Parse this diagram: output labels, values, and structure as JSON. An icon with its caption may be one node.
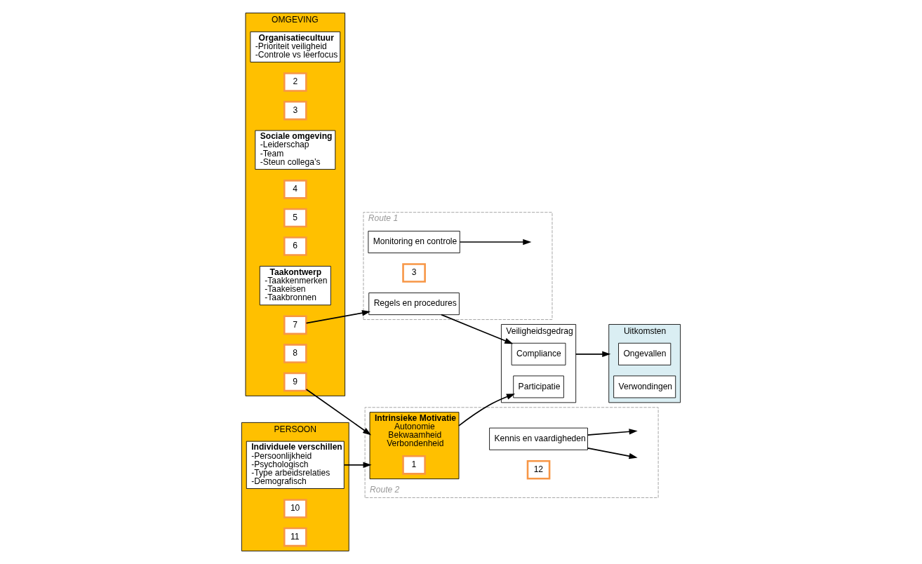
{
  "diagram": {
    "nodes": [
      {
        "text": [
          "OMGEVING"
        ]
      },
      {
        "text": [
          "Organisatiecultuur",
          "-Prioriteit veiligheid",
          "-Controle vs leerfocus"
        ],
        "in": 0
      },
      {
        "text": [
          "2"
        ],
        "in": 0
      },
      {
        "text": [
          "3"
        ],
        "in": 0
      },
      {
        "text": [
          "Sociale omgeving",
          "-Leiderschap",
          "-Team",
          "-Steun collega’s"
        ],
        "in": 0
      },
      {
        "text": [
          "4"
        ],
        "in": 0
      },
      {
        "text": [
          "5"
        ],
        "in": 0
      },
      {
        "text": [
          "6"
        ],
        "in": 0
      },
      {
        "text": [
          "Taakontwerp",
          "-Taakkenmerken",
          "-Taakeisen",
          "-Taakbronnen"
        ],
        "in": 0
      },
      {
        "text": [
          "7"
        ],
        "in": 0
      },
      {
        "text": [
          "8"
        ],
        "in": 0
      },
      {
        "text": [
          "9"
        ],
        "in": 0
      },
      {
        "text": [
          "PERSOON"
        ]
      },
      {
        "text": [
          "Individuele verschillen",
          "-Persoonlijkheid",
          "-Psychologisch",
          "-Type arbeidsrelaties",
          "-Demografisch"
        ],
        "in": 12
      },
      {
        "text": [
          "10"
        ],
        "in": 12
      },
      {
        "text": [
          "11"
        ],
        "in": 12
      },
      {
        "text": [
          "Route 1"
        ]
      },
      {
        "text": [
          "Monitoring en controle"
        ],
        "in": 16
      },
      {
        "text": [
          "3"
        ],
        "in": 16
      },
      {
        "text": [
          "Regels en procedures"
        ],
        "in": 16
      },
      {
        "text": [
          "Veiligheidsgedrag"
        ]
      },
      {
        "text": [
          "Compliance"
        ],
        "in": 20
      },
      {
        "text": [
          "Participatie"
        ],
        "in": 20
      },
      {
        "text": [
          "Route 2"
        ]
      },
      {
        "text": [
          "Intrinsieke Motivatie",
          "Autonomie",
          "Bekwaamheid",
          "Verbondenheid"
        ],
        "in": 23
      },
      {
        "text": [
          "1"
        ],
        "in": 24
      },
      {
        "text": [
          "Kennis en vaardigheden"
        ],
        "in": 23
      },
      {
        "text": [
          "12"
        ],
        "in": 23
      },
      {
        "text": [
          "Uitkomsten"
        ]
      },
      {
        "text": [
          "Ongevallen"
        ],
        "in": 28
      },
      {
        "text": [
          "Verwondingen"
        ],
        "in": 28
      }
    ],
    "edges": [
      {
        "from": 9,
        "to": 19,
        "arrow": "to"
      },
      {
        "from": 11,
        "to": 24,
        "arrow": "to"
      },
      {
        "from": 13,
        "to": 24,
        "arrow": "to"
      },
      {
        "from": 17,
        "to": null,
        "arrow": "to"
      },
      {
        "from": 19,
        "to": 21,
        "arrow": "to"
      },
      {
        "from": 26,
        "to": null,
        "arrow": "to"
      },
      {
        "from": 26,
        "to": null,
        "arrow": "to"
      },
      {
        "from": 24,
        "to": 22,
        "arrow": "to"
      },
      {
        "from": 20,
        "to": 28,
        "arrow": "to"
      }
    ]
  }
}
